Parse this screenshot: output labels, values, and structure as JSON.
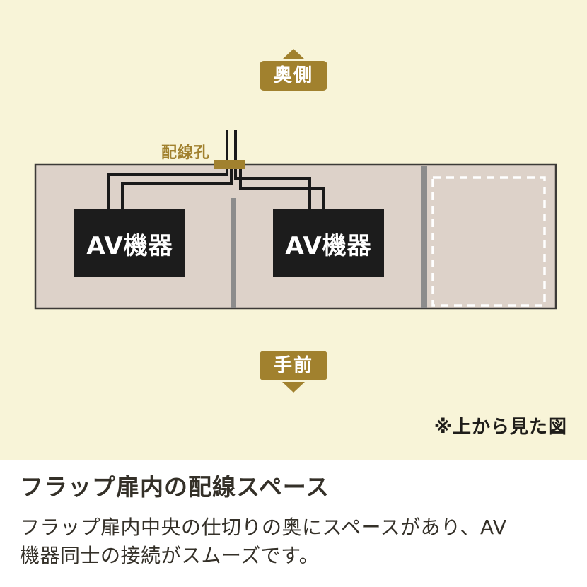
{
  "colors": {
    "diagram_background": "#f8f4d8",
    "accent_brown": "#a1812e",
    "cabinet_fill": "#ddd2c9",
    "cabinet_border": "#3c3a37",
    "device_box": "#1c1c1c",
    "divider_gray": "#8c8c8c",
    "cable_black": "#1a1a1a",
    "dashed_area_border": "#ffffff",
    "text_dark": "#343028"
  },
  "diagram": {
    "back_label": "奥側",
    "front_label": "手前",
    "wiring_hole_label": "配線孔",
    "device_left_label": "AV機器",
    "device_right_label": "AV機器",
    "view_note": "※上から見た図"
  },
  "caption": {
    "title": "フラップ扉内の配線スペース",
    "body": "フラップ扉内中央の仕切りの奥にスペースがあり、AV機器同士の接続がスムーズです。"
  }
}
